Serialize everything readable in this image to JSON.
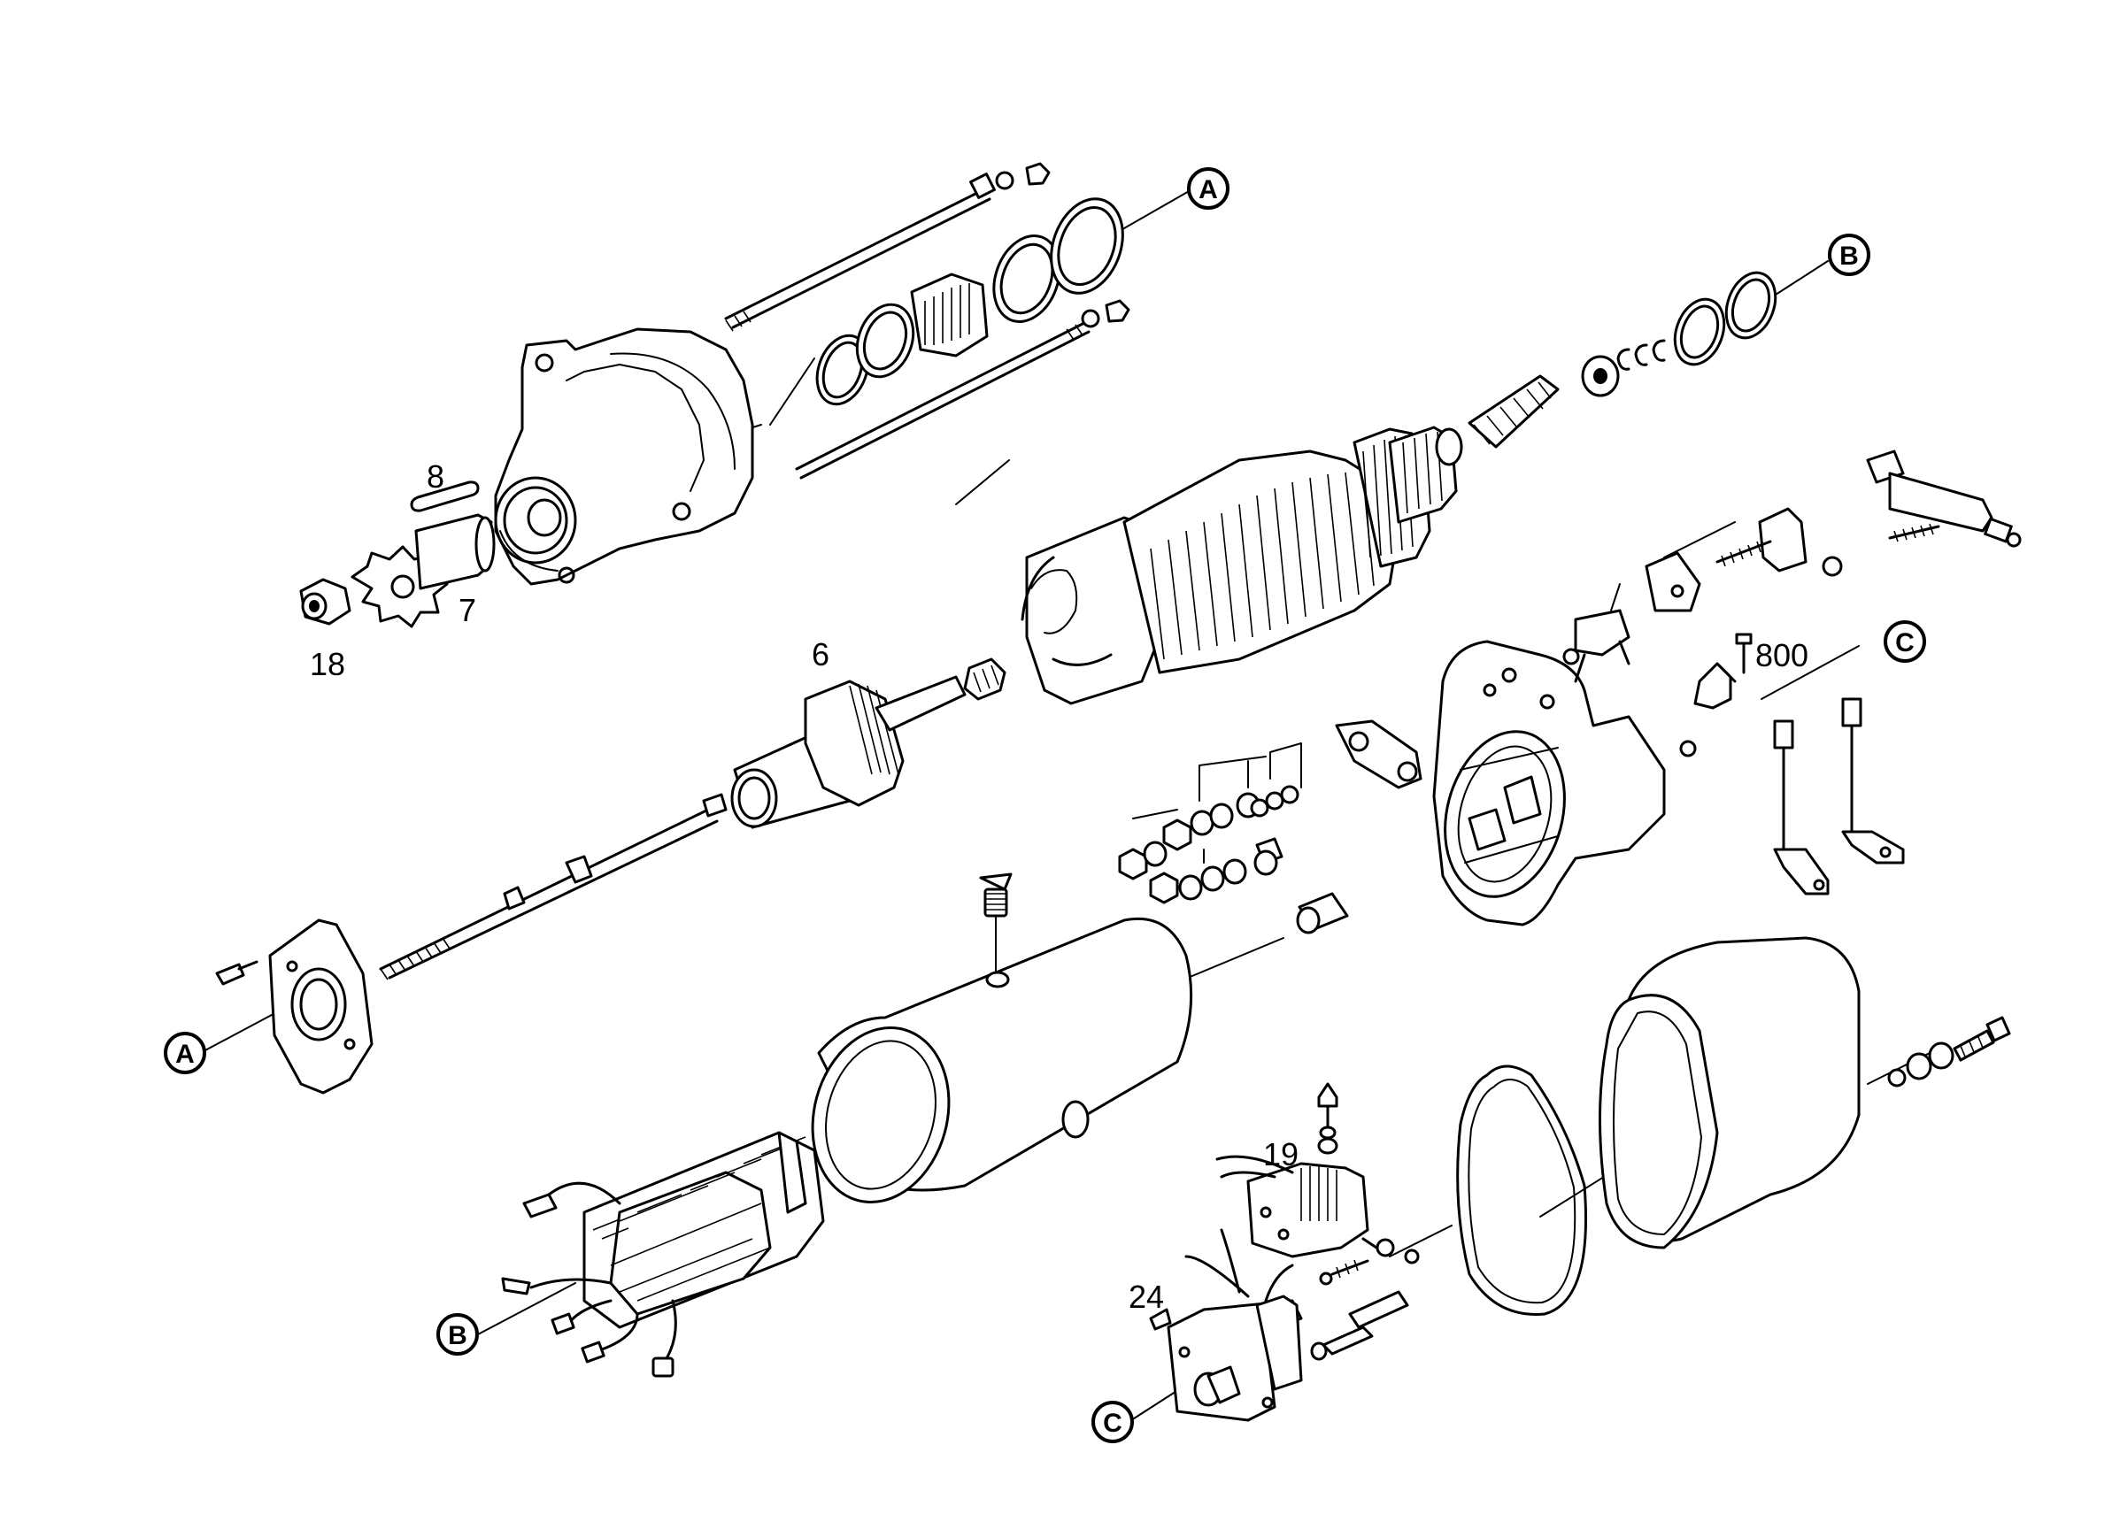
{
  "part_numbers": {
    "item_6": "6",
    "item_7": "7",
    "item_8": "8",
    "item_18": "18",
    "item_19": "19",
    "item_24": "24",
    "item_800": "800"
  },
  "reference_markers": {
    "a_top": "A",
    "a_bottom": "A",
    "b_top": "B",
    "b_bottom": "B",
    "c_top": "C",
    "c_bottom": "C"
  }
}
